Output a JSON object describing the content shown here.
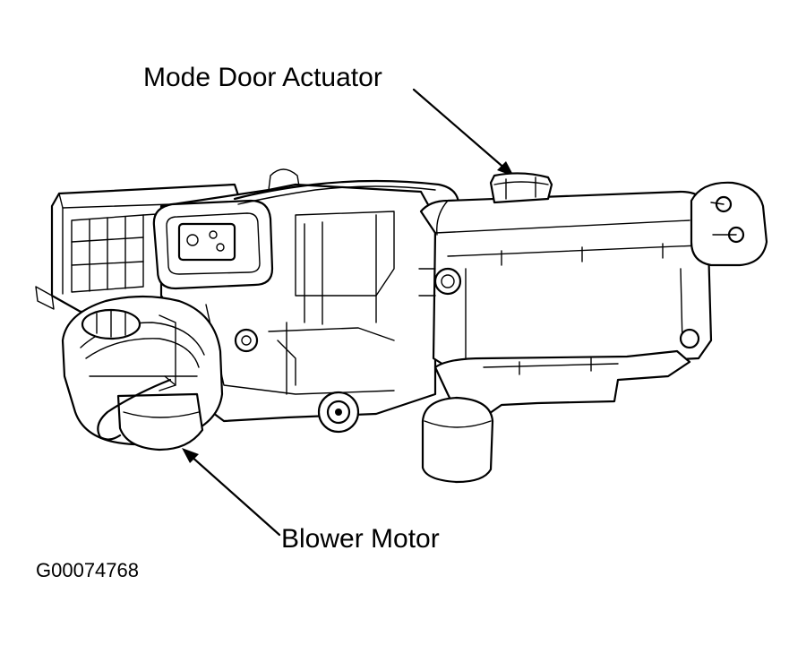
{
  "labels": {
    "mode_door_actuator": "Mode Door Actuator",
    "blower_motor": "Blower Motor",
    "figure_id": "G00074768"
  },
  "colors": {
    "ink": "#000000",
    "paper": "#ffffff"
  }
}
